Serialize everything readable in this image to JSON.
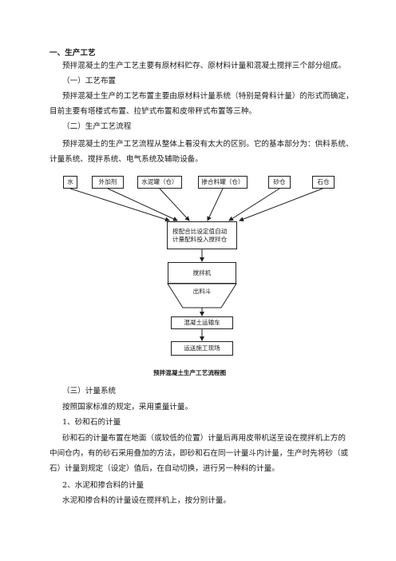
{
  "section1": {
    "heading": "一、生产工艺",
    "intro": "预拌混凝土的生产工艺主要有原材料贮存、原材料计量和混凝土搅拌三个部分组成。"
  },
  "sub1": {
    "heading": "（一）工艺布置",
    "line1": "预拌混凝土生产的工艺布置主要由原材料计量系统（特别是骨料计量）的形式而确定，",
    "line2": "目前主要有塔楼式布置、拉铲式布置和皮带秤式布置等三种。"
  },
  "sub2": {
    "heading": "（二）生产工艺流程",
    "line1": "预拌混凝土的生产工艺流程从整体上看没有太大的区别。它的基本部分为：供料系统、",
    "line2": "计量系统、搅拌系统、电气系统及辅助设备。"
  },
  "flowchart": {
    "inputs": [
      "水",
      "外加剂",
      "水泥罐（仓）",
      "掺合料罐（仓）",
      "砂仓",
      "石仓"
    ],
    "dosing_line1": "按配合比设定值自动",
    "dosing_line2": "计量配料投入搅拌仓",
    "mixer": "搅拌机",
    "hopper": "出料斗",
    "truck": "混凝土运输车",
    "site": "运送施工现场",
    "caption": "预拌混凝土生产工艺流程图"
  },
  "sub3": {
    "heading": "（三）计量系统",
    "line1": "按照国家标准的规定，采用重量计量。"
  },
  "item1": {
    "heading": "1、砂和石的计量",
    "line1": "砂和石的计量布置在地面（或较低的位置）计量后再用皮带机送至设在搅拌机上方的",
    "line2": "中间仓内，有的砂石采用叠加的方法，即砂和石在同一计量斗内计量，生产时先将砂（或",
    "line3": "石）计量到规定（设定）值后，在自动切换，进行另一种料的计量。"
  },
  "item2": {
    "heading": "2、水泥和掺合料的计量",
    "line1": "水泥和掺合料的计量设在搅拌机上，按分别计量。"
  }
}
